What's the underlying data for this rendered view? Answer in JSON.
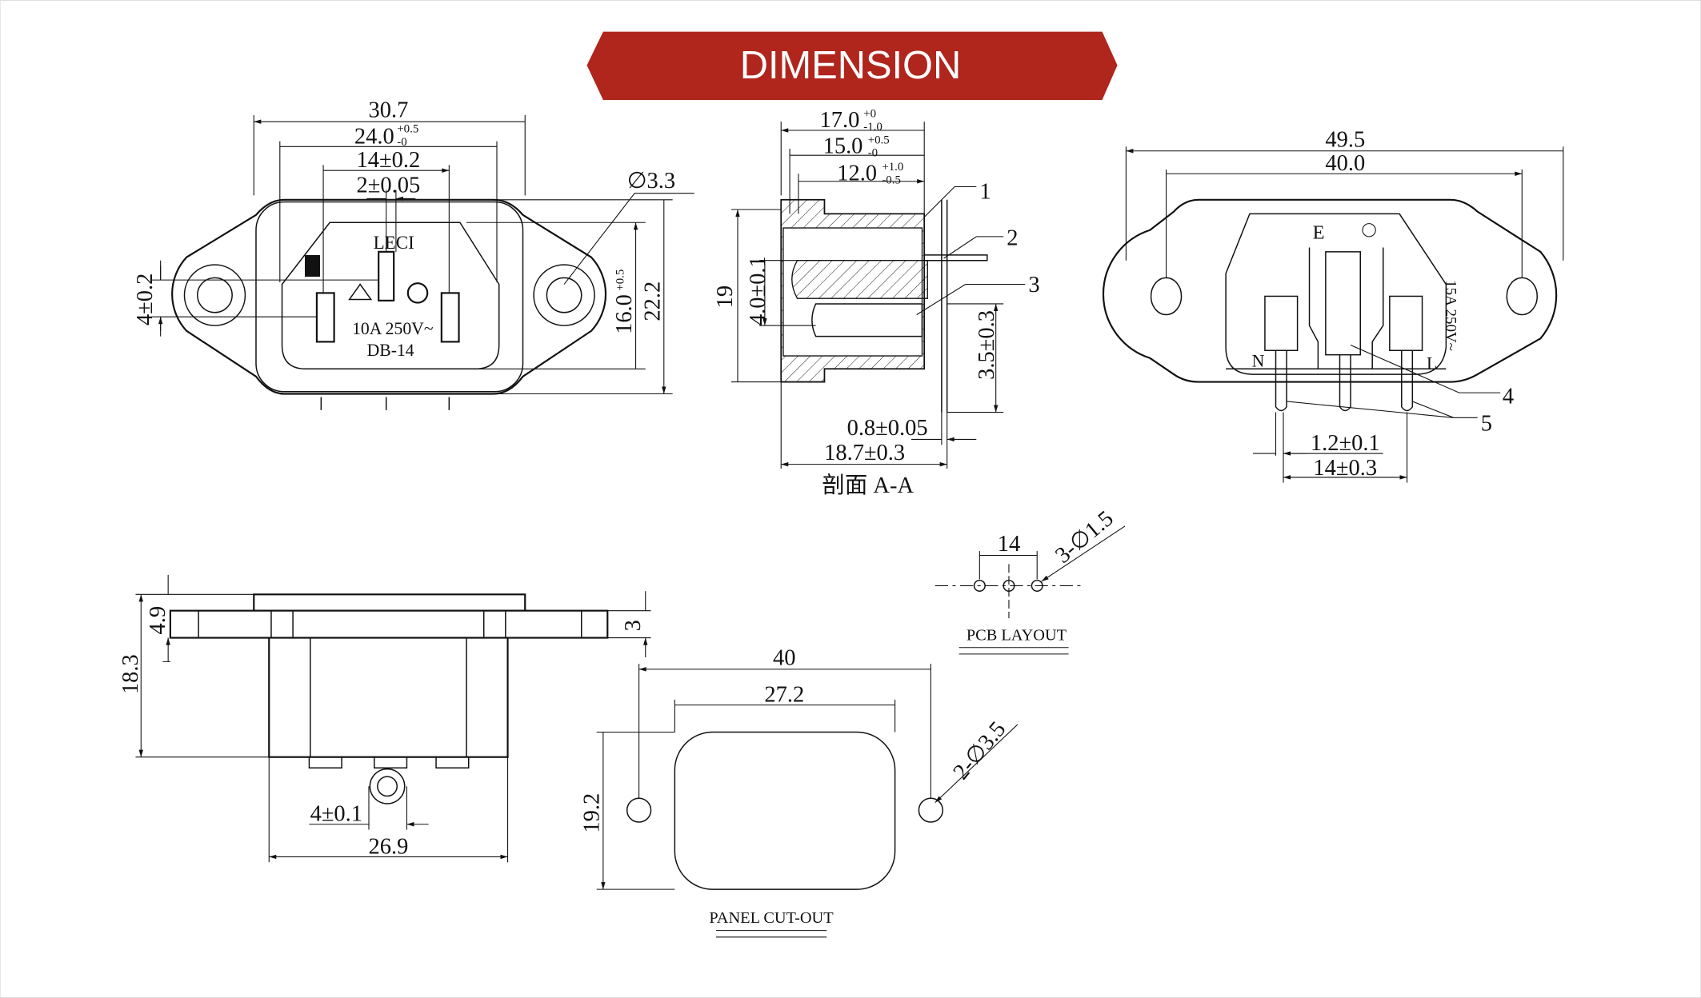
{
  "banner": {
    "title": "DIMENSION",
    "color": "#b0251c"
  },
  "front": {
    "w_total": "30.7",
    "w_open": "24.0",
    "w_open_tol_up": "+0.5",
    "w_open_tol_dn": "-0",
    "pin_pitch": "14±0.2",
    "pin_w": "2±0.05",
    "hole": "∅3.3",
    "pin_offset": "4±0.2",
    "h_open": "16.0",
    "h_open_tol_up": "+0.5",
    "h_open_tol_dn": "-0",
    "h_total": "22.2",
    "brand": "LECI",
    "rating": "10A 250V~",
    "model": "DB-14"
  },
  "section": {
    "d1": "17.0",
    "d1_up": "+0",
    "d1_dn": "-1.0",
    "d2": "15.0",
    "d2_up": "+0.5",
    "d2_dn": "-0",
    "d3": "12.0",
    "d3_up": "+1.0",
    "d3_dn": "-0.5",
    "height": "19",
    "inner": "4.0±0.1",
    "pin_len": "3.5±0.3",
    "plate": "0.8±0.05",
    "depth": "18.7±0.3",
    "caption": "剖面 A-A",
    "c1": "1",
    "c2": "2",
    "c3": "3"
  },
  "rear": {
    "w_total": "49.5",
    "w_holes": "40.0",
    "e": "E",
    "n": "N",
    "l": "L",
    "rating": "15A 250V~",
    "pin_w": "1.2±0.1",
    "pin_pitch": "14±0.3",
    "c4": "4",
    "c5": "5"
  },
  "side": {
    "flange": "4.9",
    "height": "18.3",
    "plate": "3",
    "pin": "4±0.1",
    "width": "26.9"
  },
  "pcb": {
    "pitch": "14",
    "holes": "3-∅1.5",
    "caption": "PCB LAYOUT"
  },
  "panel": {
    "w_holes": "40",
    "w_cut": "27.2",
    "h_cut": "19.2",
    "holes": "2-∅3.5",
    "caption": "PANEL CUT-OUT"
  }
}
